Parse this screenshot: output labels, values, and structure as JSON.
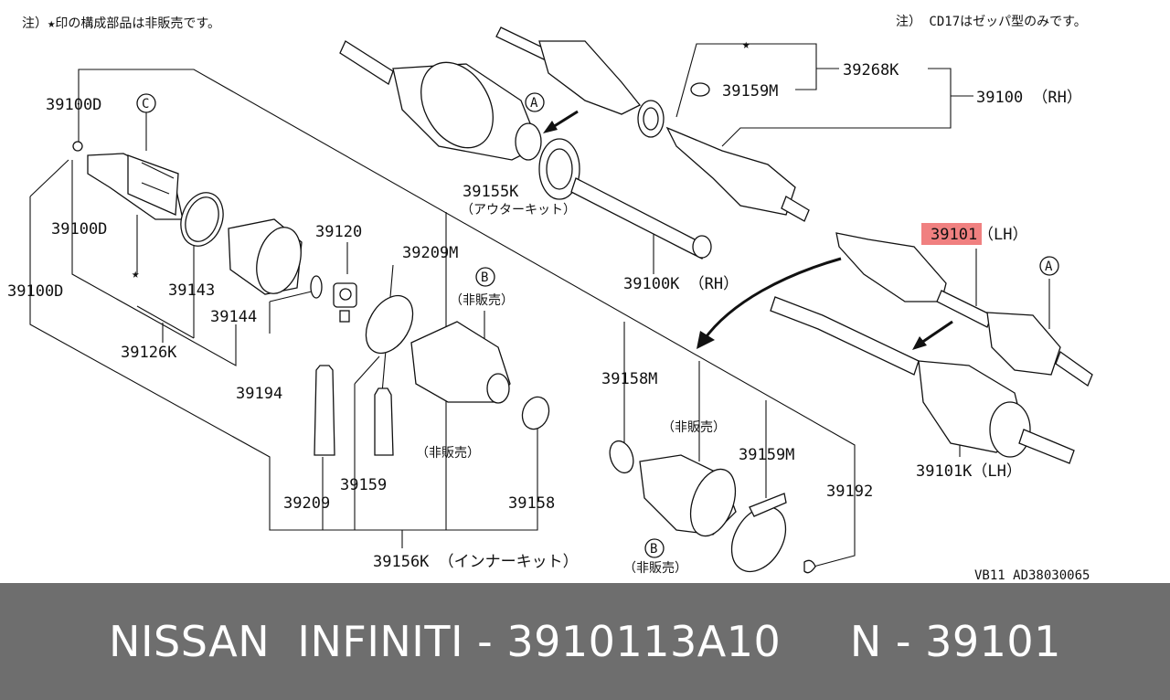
{
  "notes": {
    "top_left": "注）★印の構成部品は非販売です。",
    "top_right": "注） CD17はゼッパ型のみです。",
    "star": "★"
  },
  "labels": {
    "l39100D_a": "39100D",
    "l39100D_b": "39100D",
    "l39100D_c": "39100D",
    "l39143": "39143",
    "l39144": "39144",
    "l39126K": "39126K",
    "l39120": "39120",
    "l39194": "39194",
    "l39209M": "39209M",
    "l39209": "39209",
    "l39159": "39159",
    "l39158": "39158",
    "l39156K": "39156K （インナーキット）",
    "l39155K": "39155K",
    "l39155K_sub": "（アウターキット）",
    "l39100K": "39100K （RH）",
    "l39159M_top": "39159M",
    "l39268K": "39268K",
    "l39100RH": "39100 （RH）",
    "l39101": "39101",
    "l39101_lh": "（LH）",
    "l39101K": "39101K（LH）",
    "l39158M": "39158M",
    "l39159M_bot": "39159M",
    "l39192": "39192",
    "hibai_1": "（非販売）",
    "hibai_2": "（非販売）",
    "hibai_3": "（非販売）",
    "hibai_4": "（非販売）",
    "code": "VB11  AD38030065"
  },
  "circles": {
    "A": "A",
    "B": "B",
    "C": "C"
  },
  "highlight_color": "#f08080",
  "footer": {
    "text": "NISSAN  INFINITI - 3910113A10     N - 39101",
    "bg": "#6e6e6e"
  }
}
